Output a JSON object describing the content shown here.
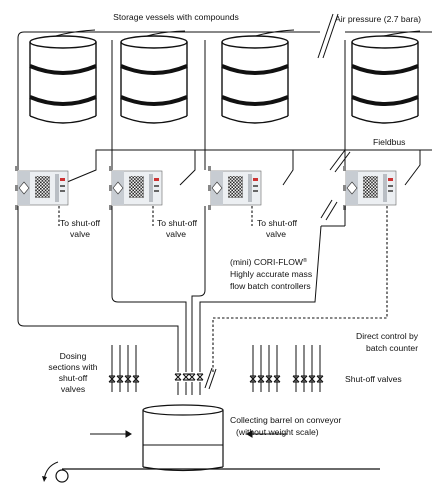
{
  "labels": {
    "storage": "Storage vessels with compounds",
    "air": "Air pressure (2.7 bara)",
    "fieldbus": "Fieldbus",
    "to_shutoff_1": "To shut-off",
    "to_shutoff_2": "valve",
    "cori_line1": "(mini) CORI-FLOW",
    "cori_reg": "®",
    "cori_line2": "Highly accurate mass",
    "cori_line3": "flow batch controllers",
    "direct_1": "Direct control by",
    "direct_2": "batch counter",
    "dosing_1": "Dosing",
    "dosing_2": "sections with",
    "dosing_3": "shut-off",
    "dosing_4": "valves",
    "shutoff_valves": "Shut-off valves",
    "barrel_1": "Collecting barrel on conveyor",
    "barrel_2": "(without weight scale)"
  }
}
